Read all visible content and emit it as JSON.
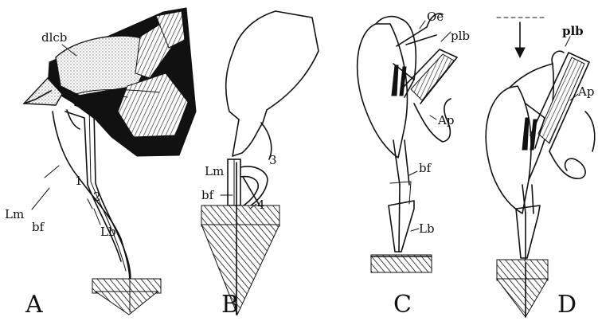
{
  "panels": [
    {
      "caption": "A",
      "labels": {
        "dlcb": "dlcb",
        "lm": "Lm",
        "n1": "1",
        "n2": "2",
        "bf": "bf",
        "lb": "Lb"
      }
    },
    {
      "caption": "B",
      "labels": {
        "lm": "Lm",
        "n3": "3",
        "bf": "bf",
        "n4": "4"
      }
    },
    {
      "caption": "C",
      "labels": {
        "oe": "Oe",
        "plb": "plb",
        "ap": "Ap",
        "bf": "bf",
        "lb": "Lb"
      }
    },
    {
      "caption": "D",
      "labels": {
        "plb": "plb",
        "ap": "Ap"
      }
    }
  ]
}
